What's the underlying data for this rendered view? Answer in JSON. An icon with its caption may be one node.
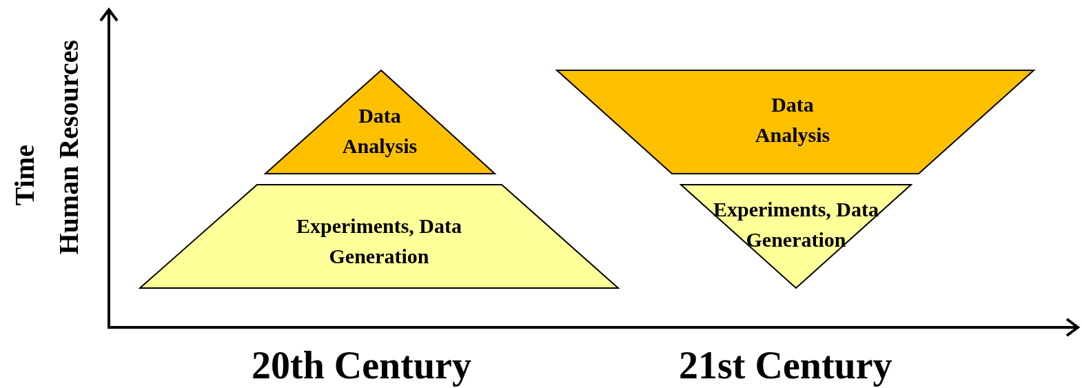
{
  "diagram": {
    "nodes": [
      {
        "text": [
          "Data Analysis"
        ]
      },
      {
        "text": [
          "Experiments, Data Generation"
        ]
      },
      {
        "text": [
          "Data Analysis"
        ]
      },
      {
        "text": [
          "Experiments, Data Generation"
        ]
      }
    ],
    "labels": [
      "Time",
      "Human Resources",
      "20th Century",
      "21st Century"
    ]
  }
}
